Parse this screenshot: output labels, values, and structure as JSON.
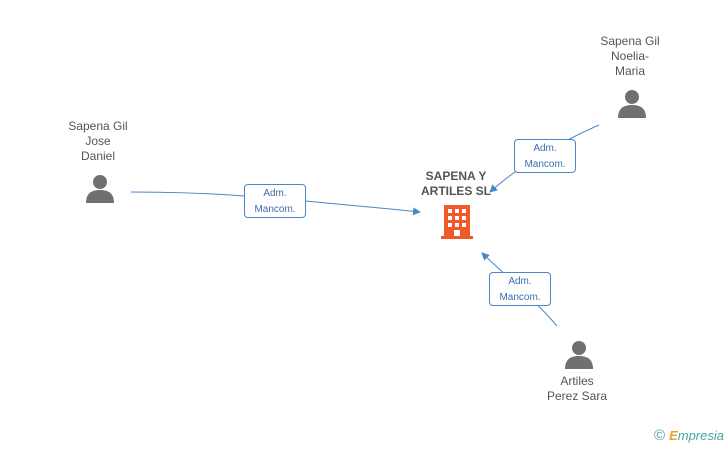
{
  "company": {
    "name": "SAPENA Y\nARTILES SL",
    "color": "#f05a28"
  },
  "people": [
    {
      "id": "jose",
      "name": "Sapena Gil\nJose\nDaniel"
    },
    {
      "id": "noelia",
      "name": "Sapena Gil\nNoelia-\nMaria"
    },
    {
      "id": "sara",
      "name": "Artiles\nPerez Sara"
    }
  ],
  "edges": [
    {
      "from": "jose",
      "label": "Adm.\nMancom."
    },
    {
      "from": "noelia",
      "label": "Adm.\nMancom."
    },
    {
      "from": "sara",
      "label": "Adm.\nMancom."
    }
  ],
  "colors": {
    "edge": "#4a86c8",
    "person_icon": "#707070",
    "label_text": "#3b6fae"
  },
  "brand": {
    "symbol": "©",
    "e": "E",
    "rest": "mpresia"
  }
}
